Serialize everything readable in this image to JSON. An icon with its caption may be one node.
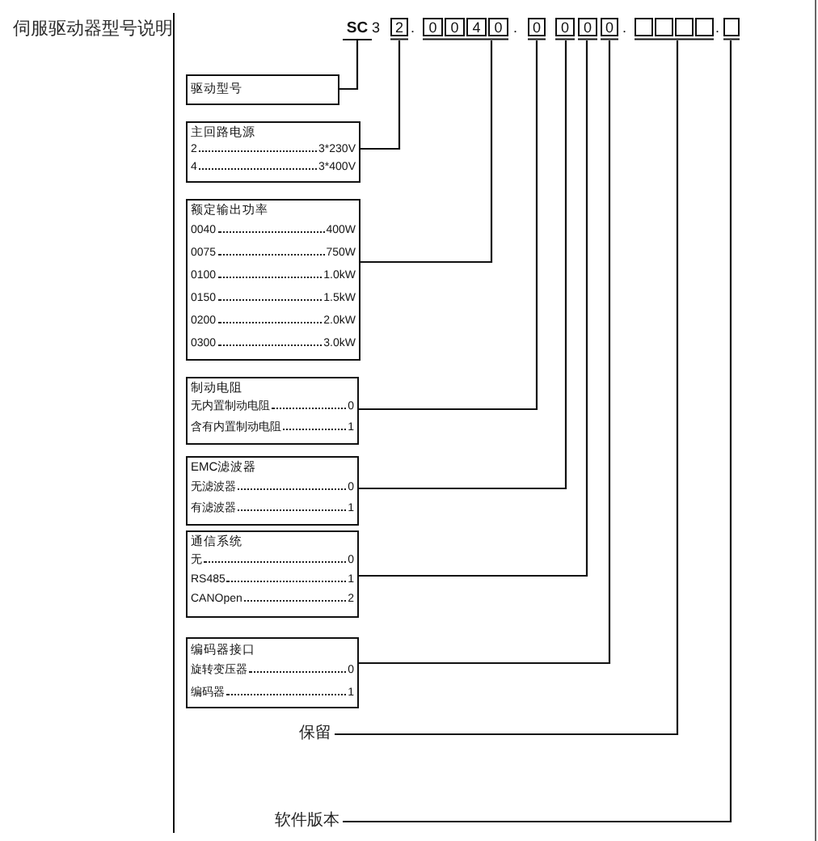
{
  "diagram": {
    "title": "伺服驱动器型号说明",
    "nodes": [
      {
        "text": [
          "SC"
        ]
      },
      {
        "text": [
          "2"
        ]
      },
      {
        "text": [
          "0040"
        ]
      },
      {
        "text": [
          "0"
        ]
      },
      {
        "text": [
          "0"
        ]
      },
      {
        "text": [
          "0"
        ]
      },
      {
        "text": [
          "0"
        ]
      },
      {
        "text": [],
        "shape": "box"
      },
      {
        "text": [],
        "shape": "box"
      },
      {
        "text": [
          "驱动型号"
        ]
      },
      {
        "text": [
          "主回路电源",
          "2",
          "3*230V",
          "4",
          "3*400V"
        ]
      },
      {
        "text": [
          "额定输出功率",
          "0040",
          "400W",
          "0075",
          "750W",
          "0100",
          "1.0kW",
          "0150",
          "1.5kW",
          "0200",
          "2.0kW",
          "0300",
          "3.0kW"
        ]
      },
      {
        "text": [
          "制动电阻",
          "无内置制动电阻",
          "0",
          "含有内置制动电阻",
          "1"
        ]
      },
      {
        "text": [
          "EMC滤波器",
          "无滤波器",
          "0",
          "有滤波器",
          "1"
        ]
      },
      {
        "text": [
          "通信系统",
          "无",
          "0",
          "RS485",
          "1",
          "CANOpen",
          "2"
        ]
      },
      {
        "text": [
          "编码器接口",
          "旋转变压器",
          "0",
          "编码器",
          "1"
        ]
      },
      {
        "text": [
          "保留"
        ]
      },
      {
        "text": [
          "软件版本"
        ]
      }
    ],
    "edges": [
      {
        "from": 9,
        "to": 0,
        "arrow": "none"
      },
      {
        "from": 10,
        "to": 1,
        "arrow": "none"
      },
      {
        "from": 11,
        "to": 2,
        "arrow": "none"
      },
      {
        "from": 12,
        "to": 3,
        "arrow": "none"
      },
      {
        "from": 13,
        "to": 4,
        "arrow": "none"
      },
      {
        "from": 14,
        "to": 5,
        "arrow": "none"
      },
      {
        "from": 15,
        "to": 6,
        "arrow": "none"
      },
      {
        "from": 16,
        "to": 7,
        "arrow": "none"
      },
      {
        "from": 17,
        "to": 8,
        "arrow": "none"
      }
    ],
    "labels": [
      "3",
      ".",
      ".",
      ".",
      "."
    ]
  }
}
